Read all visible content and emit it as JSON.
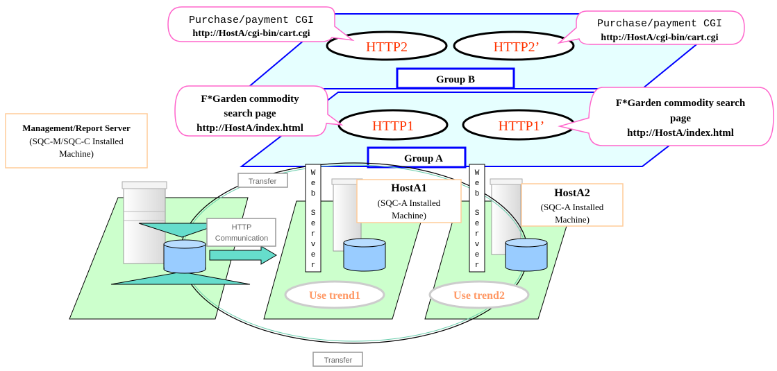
{
  "colors": {
    "plane_fill": "#e6ffff",
    "plane_stroke": "#0000ff",
    "pad_fill": "#ccffcc",
    "http_text": "#ff3300",
    "trend_text": "#ff9966",
    "callout_stroke": "#ff66cc",
    "box_stroke": "#ffcc99",
    "cylinder_fill": "#99ccff",
    "arrow_fill": "#66ddcc",
    "group_stroke": "#0000ff"
  },
  "icons": [
    "server-icon",
    "database-icon",
    "arrow-icon"
  ],
  "group_b": {
    "label": "Group B",
    "http_left": "HTTP2",
    "http_right": "HTTP2’",
    "callout_left": {
      "line1": "Purchase/payment CGI",
      "line2": "http://HostA/cgi-bin/cart.cgi"
    },
    "callout_right": {
      "line1": "Purchase/payment CGI",
      "line2": "http://HostA/cgi-bin/cart.cgi"
    }
  },
  "group_a": {
    "label": "Group A",
    "http_left": "HTTP1",
    "http_right": "HTTP1’",
    "callout_left": {
      "line1": "F*Garden commodity",
      "line2": "search page",
      "line3": "http://HostA/index.html"
    },
    "callout_right": {
      "line1": "F*Garden commodity search",
      "line2": "page",
      "line3": "http://HostA/index.html"
    }
  },
  "management_server": {
    "title": "Management/Report Server",
    "line2": "(SQC-M/SQC-C Installed",
    "line3": "Machine)"
  },
  "host_a1": {
    "name": "HostA1",
    "line2": "(SQC-A Installed",
    "line3": "Machine)",
    "trend": "Use trend1"
  },
  "host_a2": {
    "name": "HostA2",
    "line2": "(SQC-A Installed",
    "line3": "Machine)",
    "trend": "Use trend2"
  },
  "web_server_label": [
    "W",
    "e",
    "b",
    "S",
    "e",
    "r",
    "v",
    "e",
    "r"
  ],
  "transfer_top": "Transfer",
  "transfer_bottom": "Transfer",
  "http_comm": {
    "line1": "HTTP",
    "line2": "Communication"
  }
}
